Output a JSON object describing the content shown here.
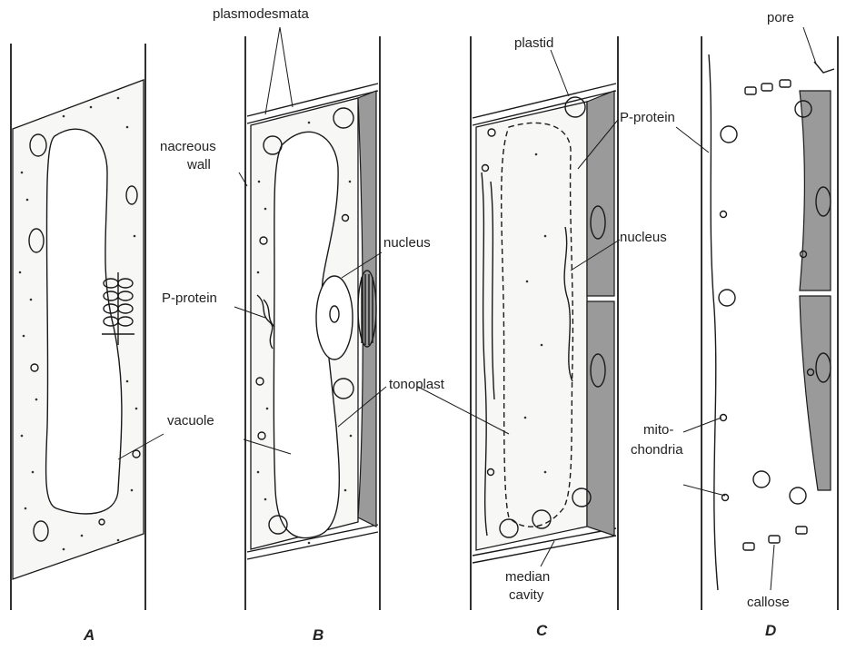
{
  "colors": {
    "ink": "#1a1a1a",
    "companion_cell": "#9a9a9a",
    "background": "#ffffff"
  },
  "labels": {
    "plasmodesmata": "plasmodesmata",
    "nacreous_wall_1": "nacreous",
    "nacreous_wall_2": "wall",
    "p_protein_b": "P-protein",
    "vacuole": "vacuole",
    "nucleus_b": "nucleus",
    "tonoplast": "tonoplast",
    "plastid": "plastid",
    "p_protein_c": "P-protein",
    "nucleus_c": "nucleus",
    "median_cavity_1": "median",
    "median_cavity_2": "cavity",
    "pore": "pore",
    "mitochondria_1": "mito-",
    "mitochondria_2": "chondria",
    "callose": "callose"
  },
  "panels": [
    "A",
    "B",
    "C",
    "D"
  ]
}
